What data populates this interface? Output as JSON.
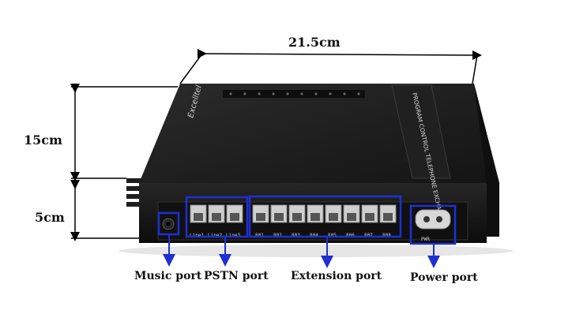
{
  "dimensions": {
    "width": "21.5cm",
    "depth": "15cm",
    "height": "5cm"
  },
  "device": {
    "brand": "Excelltel",
    "side_label": "PROGRAM CONTROL TELEPHONE EXCHANGER",
    "pstn_port_labels": [
      "Line1",
      "Line2",
      "Line3"
    ],
    "extension_port_labels": [
      "801",
      "802",
      "803",
      "804",
      "805",
      "806",
      "807",
      "808"
    ],
    "power_label": "PWR"
  },
  "port_labels": {
    "music": "Music port",
    "pstn": "PSTN port",
    "extension": "Extension port",
    "power": "Power port"
  },
  "colors": {
    "device_body": "#1a1a1a",
    "highlight_box": "#1f2fd0",
    "arrow": "#1f2fd0"
  }
}
